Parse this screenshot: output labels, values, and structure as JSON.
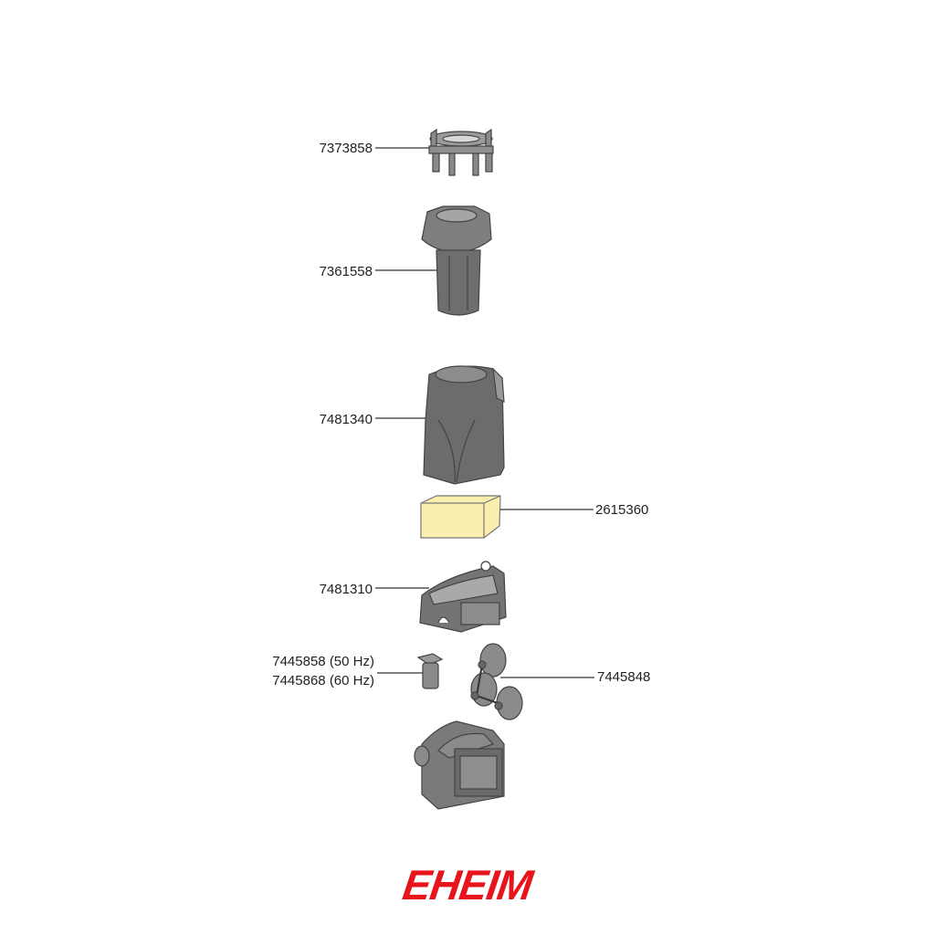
{
  "parts": [
    {
      "id": "clip",
      "number": "7373858"
    },
    {
      "id": "impeller-housing",
      "number": "7361558"
    },
    {
      "id": "filter-casing",
      "number": "7481340"
    },
    {
      "id": "filter-sponge",
      "number": "2615360"
    },
    {
      "id": "base-cover",
      "number": "7481310"
    },
    {
      "id": "impeller-50hz",
      "number": "7445858 (50 Hz)"
    },
    {
      "id": "impeller-60hz",
      "number": "7445868 (60 Hz)"
    },
    {
      "id": "suction-cups",
      "number": "7445848"
    }
  ],
  "brand": "EHEIM",
  "colors": {
    "brand": "#e8141c",
    "part": "#7a7a7a",
    "sponge": "#fbefb0"
  }
}
